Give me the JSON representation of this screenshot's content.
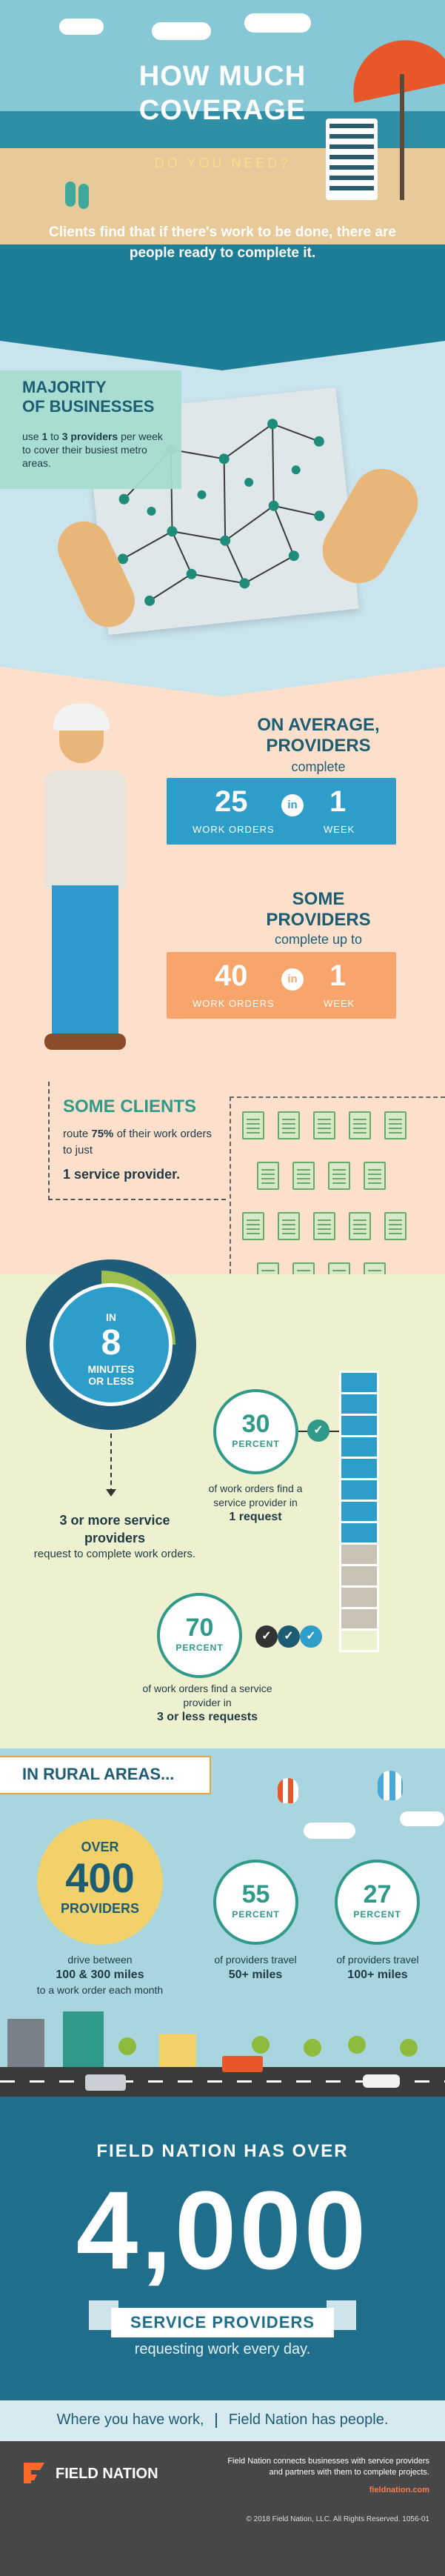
{
  "hero": {
    "title_line1": "HOW MUCH",
    "title_line2": "COVERAGE",
    "subtitle": "DO YOU NEED?"
  },
  "banner": {
    "text": "Clients find that if there's work to be done, there are people ready to complete it."
  },
  "majority": {
    "title_line1": "MAJORITY",
    "title_line2": "OF BUSINESSES",
    "use": "use",
    "num_a": "1",
    "to": "to",
    "num_b": "3 providers",
    "rest": "per week to cover their busiest metro areas."
  },
  "average": {
    "heading_line1": "ON AVERAGE,",
    "heading_line2": "PROVIDERS",
    "sub": "complete",
    "left_num": "25",
    "left_cap": "WORK ORDERS",
    "in": "in",
    "right_num": "1",
    "right_cap": "WEEK",
    "color": "#2d9dc9"
  },
  "some_providers": {
    "heading_line1": "SOME",
    "heading_line2": "PROVIDERS",
    "sub": "complete up to",
    "left_num": "40",
    "left_cap": "WORK ORDERS",
    "in": "in",
    "right_num": "1",
    "right_cap": "WEEK",
    "color": "#f7a56b"
  },
  "clients": {
    "title": "SOME CLIENTS",
    "text_a": "route",
    "pct": "75%",
    "text_b": "of their work orders to just",
    "strong": "1 service provider."
  },
  "clock": {
    "in": "IN",
    "num": "8",
    "unit": "MINUTES",
    "or_less": "OR LESS"
  },
  "three_more": {
    "bold": "3 or more service providers",
    "rest": "request to complete work orders."
  },
  "stat30": {
    "num": "30",
    "label": "PERCENT",
    "desc": "of work orders find a service provider in",
    "strong": "1 request"
  },
  "stat70": {
    "num": "70",
    "label": "PERCENT",
    "desc": "of work orders find a service provider in",
    "strong": "3 or less requests"
  },
  "rural": {
    "tag": "IN RURAL AREAS...",
    "over": "OVER",
    "over_num": "400",
    "over_label": "PROVIDERS",
    "over_desc": "drive between",
    "over_strong": "100 & 300 miles",
    "over_rest": "to a work order each month",
    "s55_num": "55",
    "s55_label": "PERCENT",
    "s55_desc": "of providers travel",
    "s55_strong": "50+ miles",
    "s27_num": "27",
    "s27_label": "PERCENT",
    "s27_desc": "of providers travel",
    "s27_strong": "100+ miles"
  },
  "fieldnation": {
    "over": "FIELD NATION HAS OVER",
    "num": "4,000",
    "ribbon": "SERVICE PROVIDERS",
    "requesting": "requesting work every day."
  },
  "tagline": {
    "left": "Where you have work,",
    "right": "Field Nation has people."
  },
  "footer": {
    "logo": "FIELD NATION",
    "desc": "Field Nation connects businesses with service providers and partners with them to complete projects.",
    "url": "fieldnation.com",
    "copy": "© 2018 Field Nation, LLC. All Rights Reserved.   1056-01"
  }
}
